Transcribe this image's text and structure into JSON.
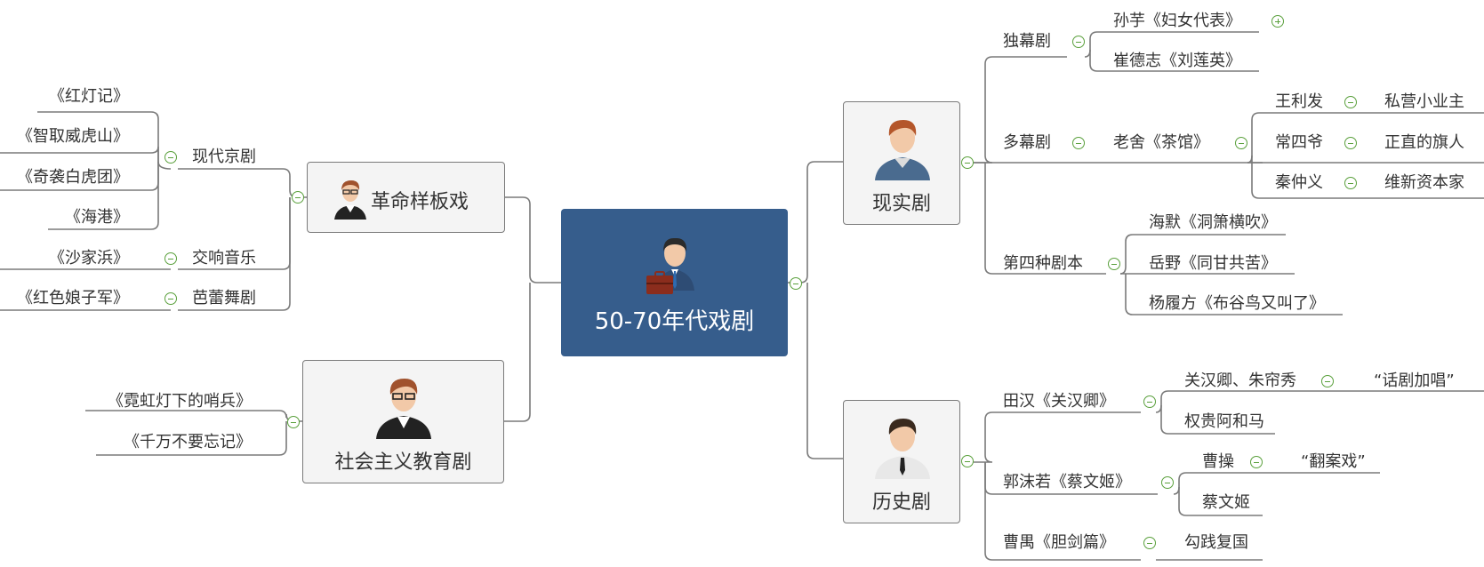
{
  "root": {
    "label": "50-70年代戏剧",
    "icon": "businessman-briefcase-icon",
    "color": "#365d8c"
  },
  "branches": {
    "xianshi": {
      "label": "现实剧",
      "icon": "man-avatar-icon"
    },
    "lishi": {
      "label": "历史剧",
      "icon": "man-tie-avatar-icon"
    },
    "geming": {
      "label": "革命样板戏",
      "icon": "man-glasses-avatar-icon"
    },
    "shehui": {
      "label": "社会主义教育剧",
      "icon": "man-glasses-avatar-icon"
    }
  },
  "nodes": {
    "dumu": "独幕剧",
    "sunyu": "孙芋《妇女代表》",
    "cuidezhi": "崔德志《刘莲英》",
    "duomu": "多幕剧",
    "laoshe": "老舍《茶馆》",
    "wanglifa": "王利发",
    "changsiye": "常四爷",
    "qinzhongyi": "秦仲义",
    "siying": "私营小业主",
    "qiren": "正直的旗人",
    "weixin": "维新资本家",
    "disizhong": "第四种剧本",
    "haimo": "海默《洞箫横吹》",
    "yueye": "岳野《同甘共苦》",
    "yanglvfang": "杨履方《布谷鸟又叫了》",
    "tianhan": "田汉《关汉卿》",
    "guanhanqing": "关汉卿、朱帘秀",
    "huajujiachang": "“话剧加唱”",
    "quangui": "权贵阿和马",
    "guomoruo": "郭沫若《蔡文姬》",
    "caocao": "曹操",
    "fananxi": "“翻案戏”",
    "caiwenji": "蔡文姬",
    "caoyu": "曹禺《胆剑篇》",
    "goujian": "勾践复国",
    "xiandaijingju": "现代京剧",
    "hongdengji": "《红灯记》",
    "zhiqu": "《智取威虎山》",
    "qixi": "《奇袭白虎团》",
    "haigang": "《海港》",
    "jiaoxiang": "交响音乐",
    "shajiabang": "《沙家浜》",
    "balei": "芭蕾舞剧",
    "hongse": "《红色娘子军》",
    "nihong": "《霓虹灯下的哨兵》",
    "qianwan": "《千万不要忘记》"
  },
  "colors": {
    "line": "#7a7a7a",
    "toggle": "#5aa03c",
    "box_fill": "#f4f4f4"
  }
}
